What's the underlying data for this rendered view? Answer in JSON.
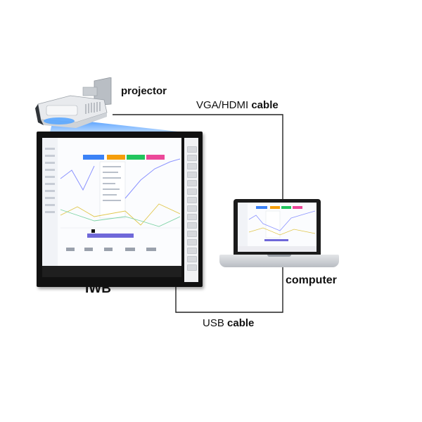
{
  "labels": {
    "projector": "projector",
    "vga_prefix": "VGA/HDMI ",
    "vga_strong": "cable",
    "iwb": "IWB",
    "computer": "computer",
    "usb_prefix": "USB ",
    "usb_strong": "cable"
  },
  "icons": {
    "projector": "projector-icon",
    "board": "interactive-whiteboard-icon",
    "laptop": "laptop-icon"
  },
  "colors": {
    "beam": "#5aa7ff",
    "cable": "#222222",
    "tab_colors": [
      "#3b82f6",
      "#f59e0b",
      "#22c55e",
      "#ec4899"
    ]
  }
}
